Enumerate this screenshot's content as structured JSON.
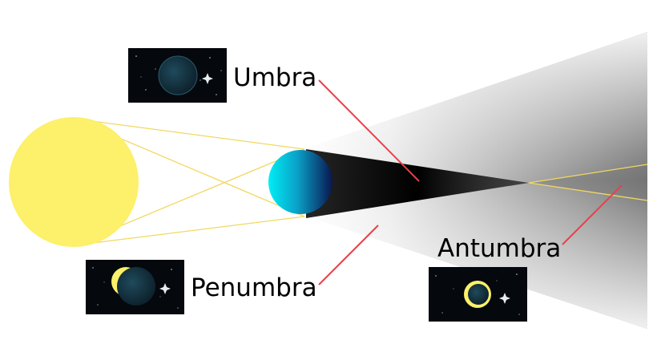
{
  "labels": {
    "umbra": "Umbra",
    "penumbra": "Penumbra",
    "antumbra": "Antumbra"
  },
  "colors": {
    "sun": "#fdf06a",
    "ray": "#f2d860",
    "pointer": "#e8414b",
    "planet_light": "#00e5f0",
    "planet_dark": "#0a1a55",
    "shadow": "#000000",
    "inset_background": "#05080d"
  },
  "icons": {
    "umbra_view": "total-eclipse-icon",
    "penumbra_view": "partial-eclipse-icon",
    "antumbra_view": "annular-eclipse-icon"
  }
}
